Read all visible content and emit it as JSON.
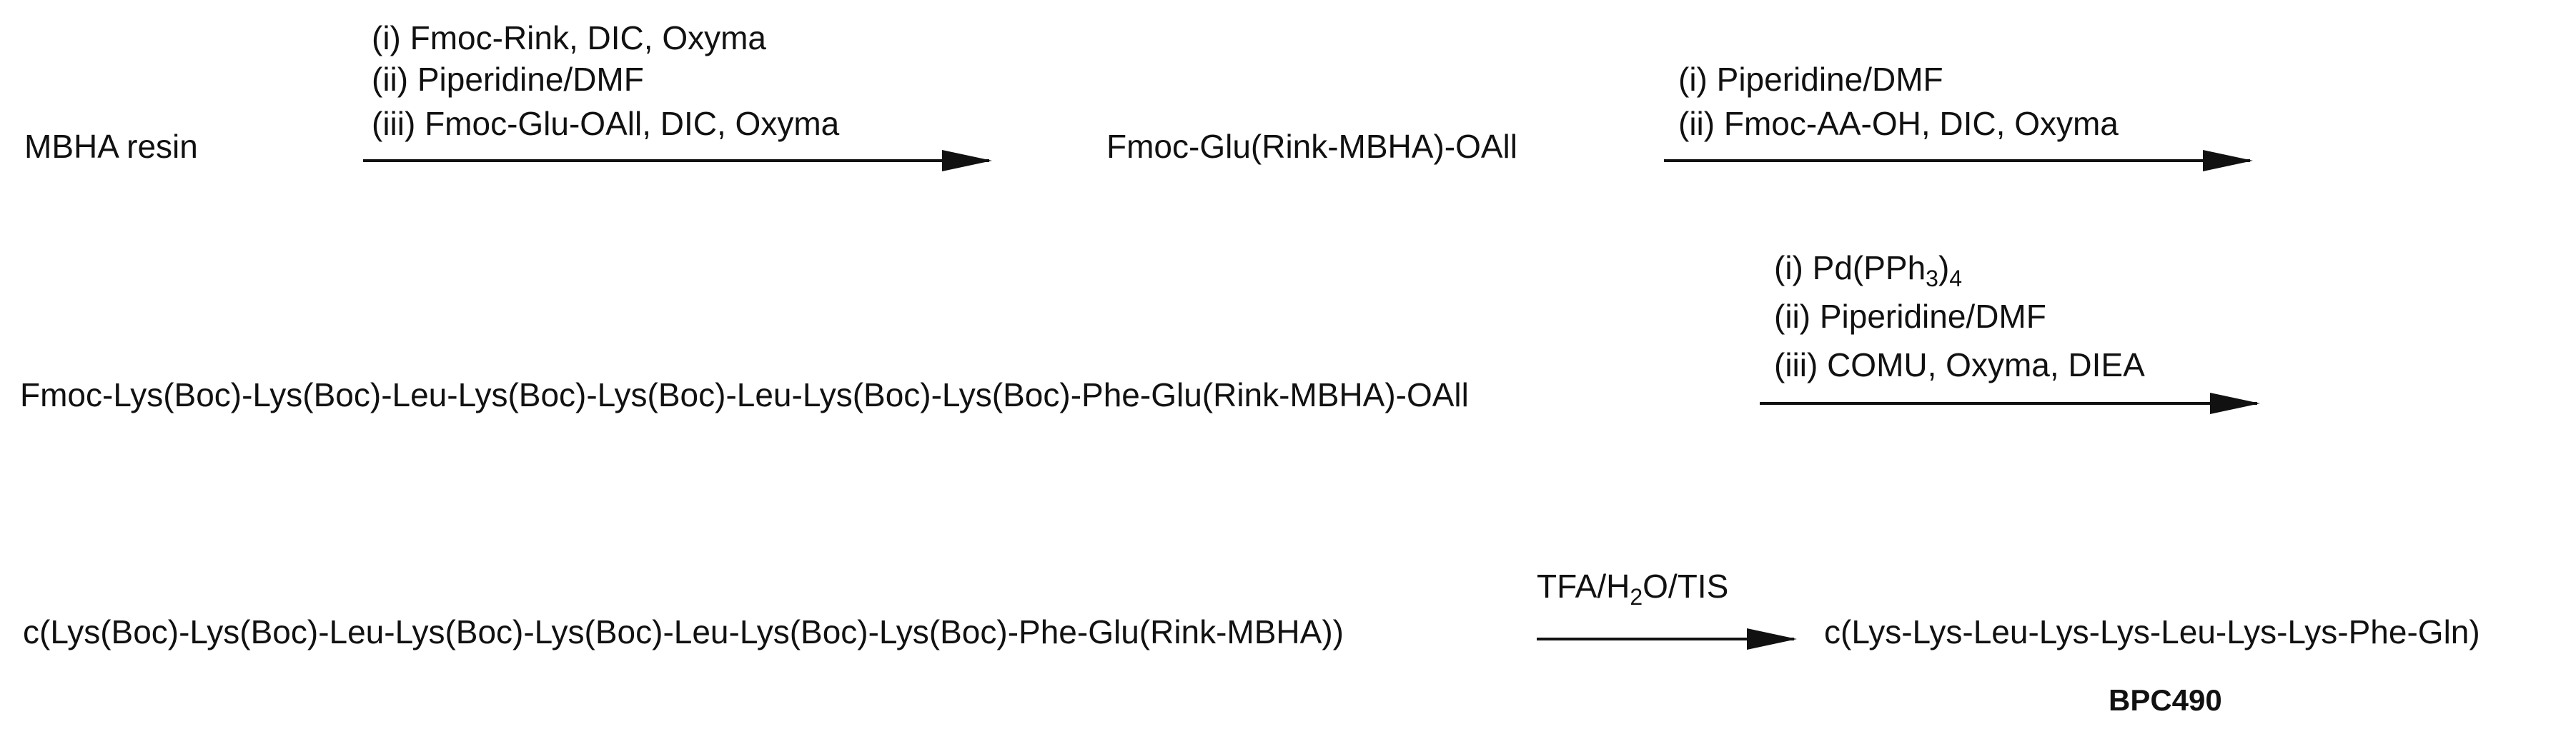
{
  "scheme": {
    "row1": {
      "start": "MBHA resin",
      "step1": {
        "c1": "(i) Fmoc-Rink, DIC, Oxyma",
        "c2": "(ii) Piperidine/DMF",
        "c3": "(iii) Fmoc-Glu-OAll, DIC, Oxyma"
      },
      "intermediate": "Fmoc-Glu(Rink-MBHA)-OAll",
      "step2": {
        "c1": "(i) Piperidine/DMF",
        "c2": "(ii) Fmoc-AA-OH, DIC, Oxyma"
      }
    },
    "row2": {
      "linear_peptide": "Fmoc-Lys(Boc)-Lys(Boc)-Leu-Lys(Boc)-Lys(Boc)-Leu-Lys(Boc)-Lys(Boc)-Phe-Glu(Rink-MBHA)-OAll",
      "step3": {
        "c1_prefix": "(i) Pd(PPh",
        "c1_sub1": "3",
        "c1_mid": ")",
        "c1_sub2": "4",
        "c2": "(ii) Piperidine/DMF",
        "c3": "(iii) COMU, Oxyma, DIEA"
      }
    },
    "row3": {
      "cyclic_protected": "c(Lys(Boc)-Lys(Boc)-Leu-Lys(Boc)-Lys(Boc)-Leu-Lys(Boc)-Lys(Boc)-Phe-Glu(Rink-MBHA))",
      "step4": {
        "prefix": "TFA/H",
        "sub": "2",
        "suffix": "O/TIS"
      },
      "product": "c(Lys-Lys-Leu-Lys-Lys-Leu-Lys-Lys-Phe-Gln)",
      "product_name": "BPC490"
    }
  }
}
